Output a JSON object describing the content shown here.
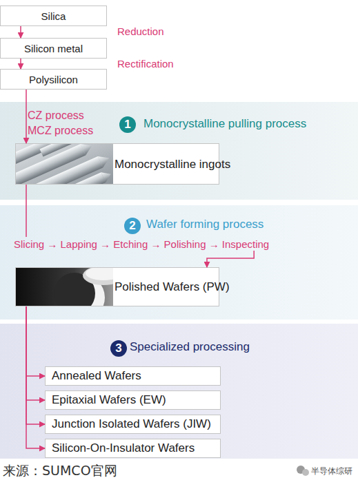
{
  "diagram": {
    "caption": "来源：SUMCO官网",
    "nodes": [
      {
        "text": [
          "Silica"
        ]
      },
      {
        "text": [
          "Silicon metal"
        ]
      },
      {
        "text": [
          "Polysilicon"
        ]
      },
      {
        "text": [
          "Monocrystalline pulling process"
        ]
      },
      {
        "text": [
          "1"
        ],
        "in": 3
      },
      {
        "text": [
          "Monocrystalline ingots"
        ],
        "in": 3
      },
      {
        "text": [
          "Wafer forming process"
        ]
      },
      {
        "text": [
          "2"
        ],
        "in": 6
      },
      {
        "text": [
          "Polished Wafers (PW)"
        ],
        "in": 6
      },
      {
        "text": [
          "Specialized processing"
        ]
      },
      {
        "text": [
          "3"
        ],
        "in": 9
      },
      {
        "text": [
          "Annealed Wafers"
        ],
        "in": 9
      },
      {
        "text": [
          "Epitaxial Wafers (EW)"
        ],
        "in": 9
      },
      {
        "text": [
          "Junction Isolated Wafers (JIW)"
        ],
        "in": 9
      },
      {
        "text": [
          "Silicon-On-Insulator Wafers"
        ],
        "in": 9
      }
    ],
    "edges": [
      {
        "from": 0,
        "to": 1,
        "label": "Reduction",
        "arrow": "to"
      },
      {
        "from": 1,
        "to": 2,
        "label": "Rectification",
        "arrow": "to"
      },
      {
        "from": 2,
        "to": 5,
        "label": "CZ process MCZ process",
        "arrow": "to"
      },
      {
        "from": 5,
        "to": 8,
        "label": "Slicing → Lapping → Etching → Polishing → Inspecting",
        "arrow": "to"
      },
      {
        "from": 8,
        "to": 11,
        "arrow": "to"
      },
      {
        "from": 8,
        "to": 12,
        "arrow": "to"
      },
      {
        "from": 8,
        "to": 13,
        "arrow": "to"
      },
      {
        "from": 8,
        "to": 14,
        "arrow": "to"
      }
    ],
    "labels": [
      "半导体综研"
    ]
  }
}
